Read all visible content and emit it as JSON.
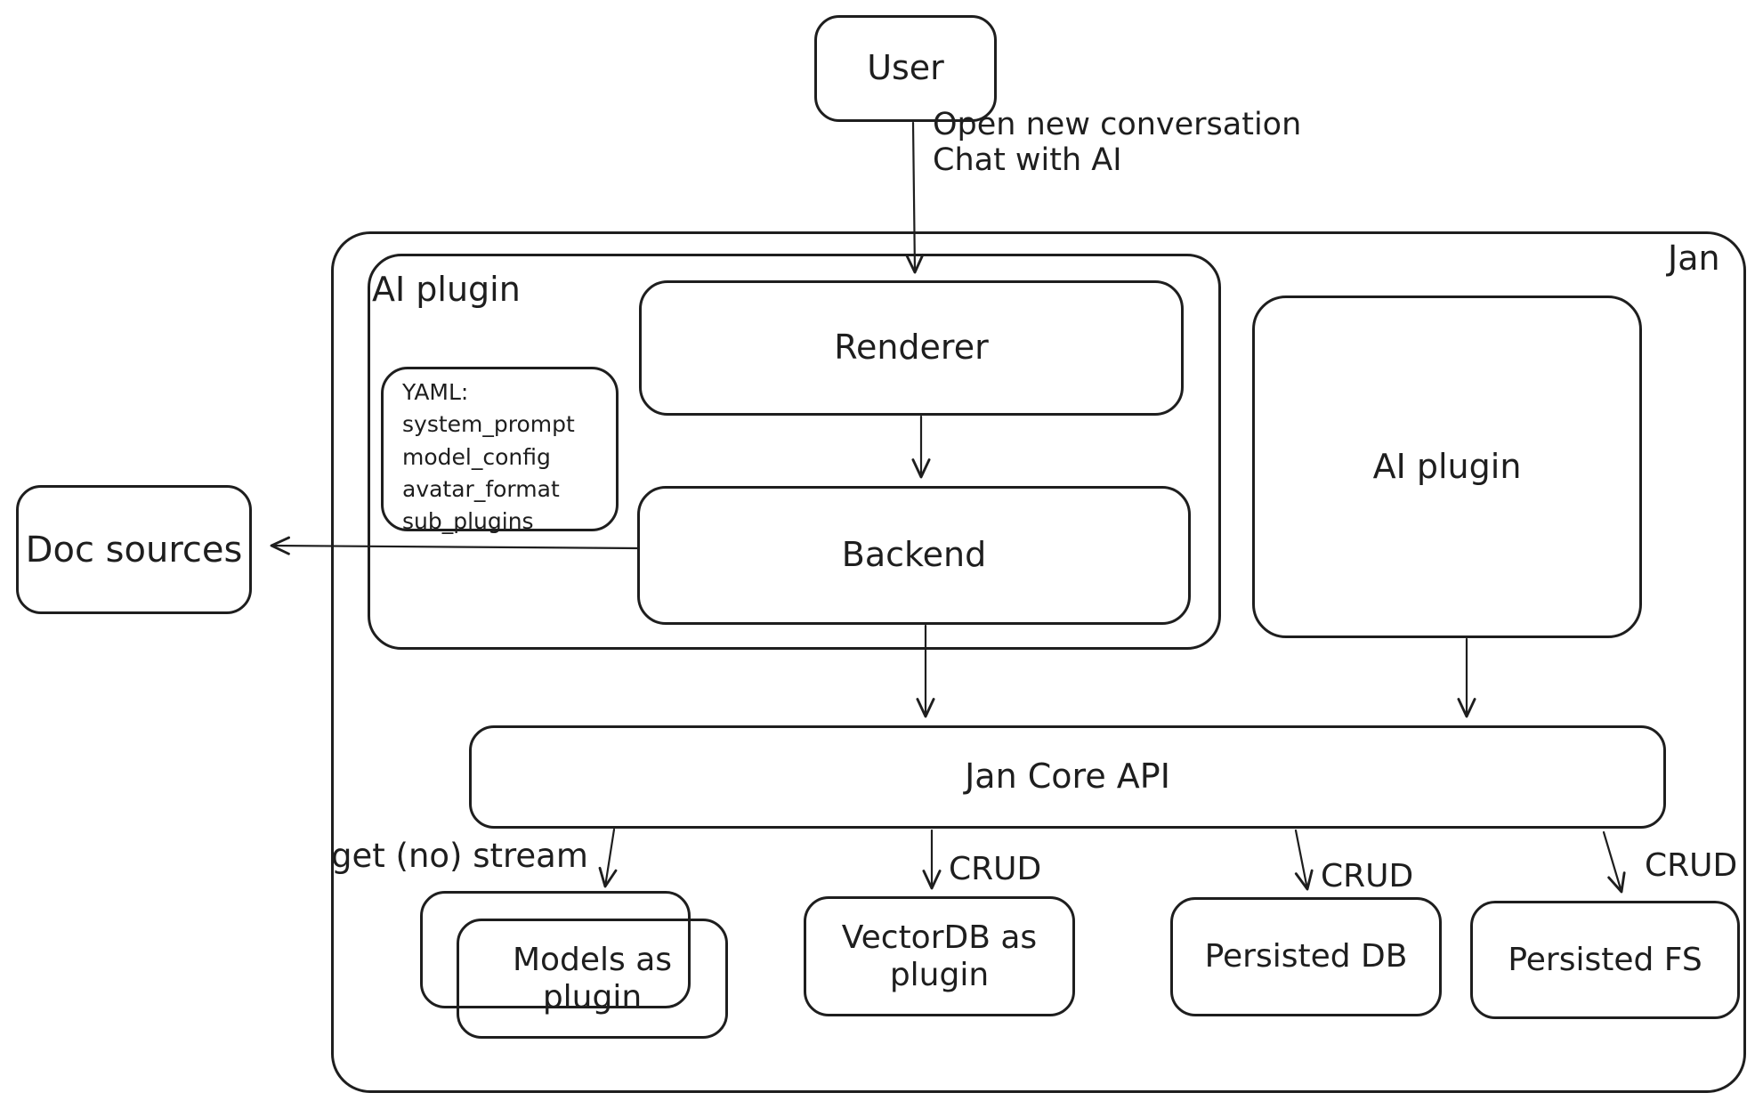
{
  "colors": {
    "stroke": "#1e1e1e",
    "background": "#ffffff"
  },
  "nodes": {
    "user": {
      "label": "User"
    },
    "jan": {
      "label": "Jan"
    },
    "ai_plugin_left": {
      "label": "AI plugin"
    },
    "renderer": {
      "label": "Renderer"
    },
    "yaml_note": {
      "lines": [
        "YAML:",
        "system_prompt",
        "model_config",
        "avatar_format",
        "sub_plugins"
      ]
    },
    "backend": {
      "label": "Backend"
    },
    "doc_sources": {
      "label": "Doc sources"
    },
    "ai_plugin_right": {
      "label": "AI plugin"
    },
    "jan_core_api": {
      "label": "Jan Core API"
    },
    "models_plugin": {
      "label": "Models as plugin"
    },
    "vectordb_plugin": {
      "label": "VectorDB as plugin"
    },
    "persisted_db": {
      "label": "Persisted DB"
    },
    "persisted_fs": {
      "label": "Persisted FS"
    }
  },
  "edges": {
    "user_to_renderer": {
      "lines": [
        "Open new conversation",
        "Chat with AI"
      ]
    },
    "core_to_models": {
      "label": "get (no) stream"
    },
    "core_to_vectordb": {
      "label": "CRUD"
    },
    "core_to_persisted_db": {
      "label": "CRUD"
    },
    "core_to_persisted_fs": {
      "label": "CRUD"
    }
  }
}
